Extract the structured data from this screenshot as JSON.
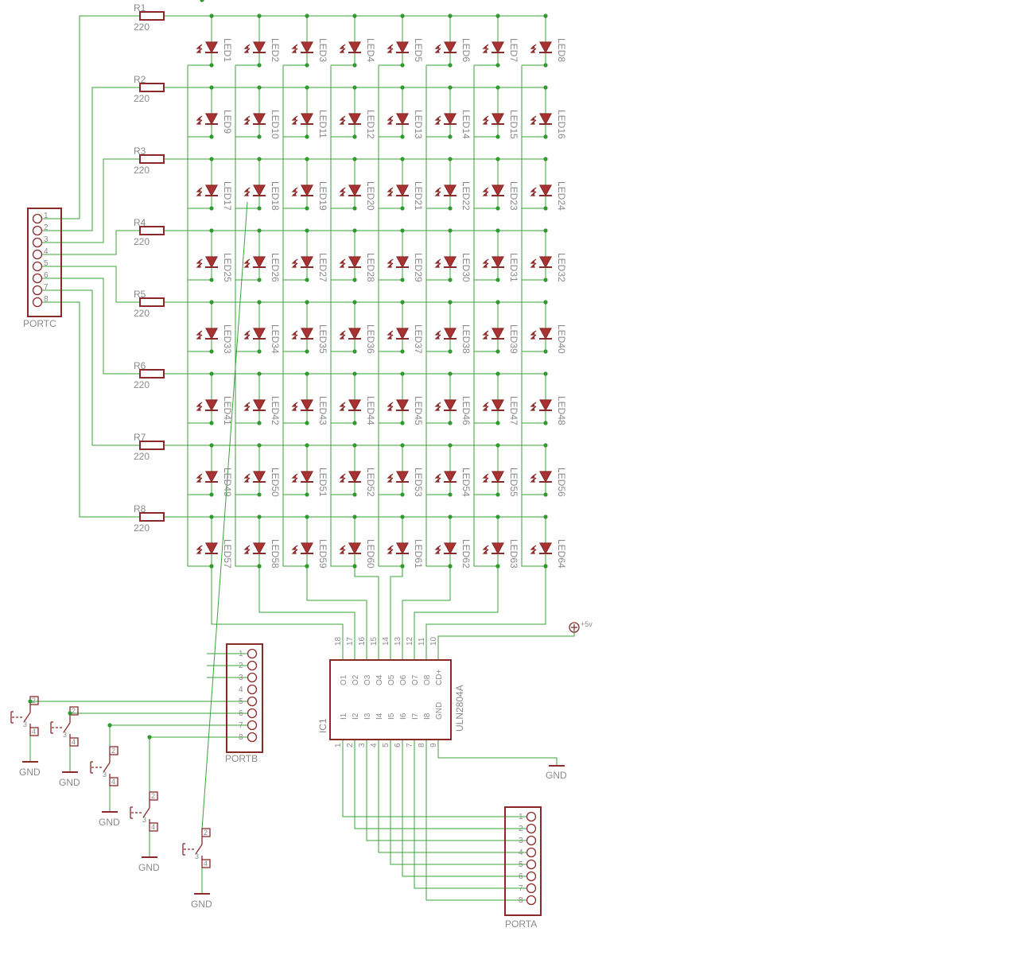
{
  "colors": {
    "wire": "#3aa33a",
    "component": "#8b2a2a",
    "label": "#8a8a8a",
    "junction": "#2f9a2f"
  },
  "resistors": [
    {
      "name": "R1",
      "value": "220"
    },
    {
      "name": "R2",
      "value": "220"
    },
    {
      "name": "R3",
      "value": "220"
    },
    {
      "name": "R4",
      "value": "220"
    },
    {
      "name": "R5",
      "value": "220"
    },
    {
      "name": "R6",
      "value": "220"
    },
    {
      "name": "R7",
      "value": "220"
    },
    {
      "name": "R8",
      "value": "220"
    }
  ],
  "leds": {
    "rows": [
      [
        "LED1",
        "LED2",
        "LED3",
        "LED4",
        "LED5",
        "LED6",
        "LED7",
        "LED8"
      ],
      [
        "LED9",
        "LED10",
        "LED11",
        "LED12",
        "LED13",
        "LED14",
        "LED15",
        "LED16"
      ],
      [
        "LED17",
        "LED18",
        "LED19",
        "LED20",
        "LED21",
        "LED22",
        "LED23",
        "LED24"
      ],
      [
        "LED25",
        "LED26",
        "LED27",
        "LED28",
        "LED29",
        "LED30",
        "LED31",
        "LED32"
      ],
      [
        "LED33",
        "LED34",
        "LED35",
        "LED36",
        "LED37",
        "LED38",
        "LED39",
        "LED40"
      ],
      [
        "LED41",
        "LED42",
        "LED43",
        "LED44",
        "LED45",
        "LED46",
        "LED47",
        "LED48"
      ],
      [
        "LED49",
        "LED50",
        "LED51",
        "LED52",
        "LED53",
        "LED54",
        "LED55",
        "LED56"
      ],
      [
        "LED57",
        "LED58",
        "LED59",
        "LED60",
        "LED61",
        "LED62",
        "LED63",
        "LED64"
      ]
    ]
  },
  "connectors": {
    "portc": {
      "name": "PORTC",
      "pins": [
        "1",
        "2",
        "3",
        "4",
        "5",
        "6",
        "7",
        "8"
      ]
    },
    "portb": {
      "name": "PORTB",
      "pins": [
        "1",
        "2",
        "3",
        "4",
        "5",
        "6",
        "7",
        "8"
      ]
    },
    "porta": {
      "name": "PORTA",
      "pins": [
        "1",
        "2",
        "3",
        "4",
        "5",
        "6",
        "7",
        "8"
      ]
    }
  },
  "ic": {
    "ref": "IC1",
    "part": "ULN2804A",
    "top_pins": [
      "18",
      "17",
      "16",
      "15",
      "14",
      "13",
      "12",
      "11",
      "10"
    ],
    "top_labels": [
      "O1",
      "O2",
      "O3",
      "O4",
      "O5",
      "O6",
      "O7",
      "O8",
      "CD+"
    ],
    "bottom_pins": [
      "1",
      "2",
      "3",
      "4",
      "5",
      "6",
      "7",
      "8",
      "9"
    ],
    "bottom_labels": [
      "I1",
      "I2",
      "I3",
      "I4",
      "I5",
      "I6",
      "I7",
      "I8",
      "GND"
    ]
  },
  "power": {
    "vcc": "+5v",
    "gnd": "GND"
  },
  "switches": [
    {
      "pin_a": "2",
      "pin_b": "3",
      "pin_c": "4",
      "gnd": "GND"
    },
    {
      "pin_a": "2",
      "pin_b": "3",
      "pin_c": "4",
      "gnd": "GND"
    },
    {
      "pin_a": "2",
      "pin_b": "3",
      "pin_c": "4",
      "gnd": "GND"
    },
    {
      "pin_a": "2",
      "pin_b": "3",
      "pin_c": "4",
      "gnd": "GND"
    },
    {
      "pin_a": "2",
      "pin_b": "3",
      "pin_c": "4",
      "gnd": "GND"
    }
  ]
}
